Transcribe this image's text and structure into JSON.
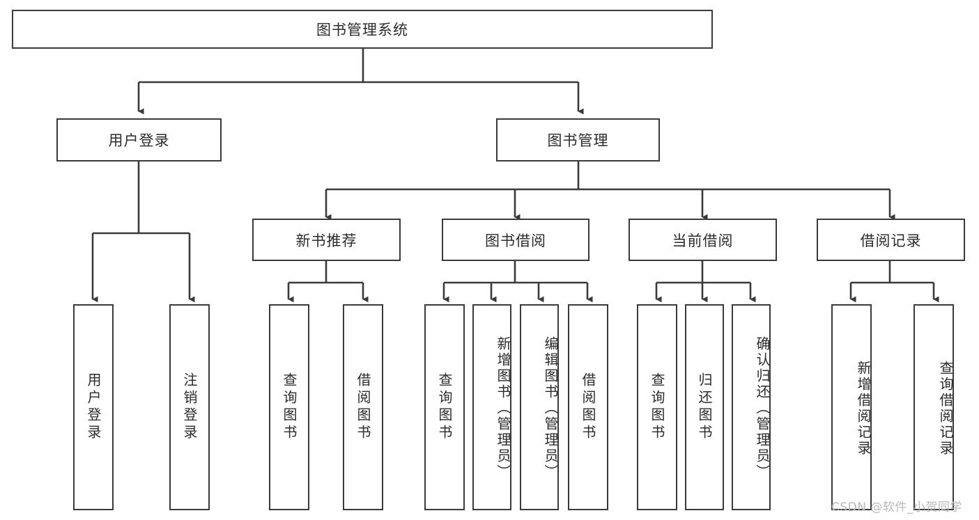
{
  "diagram": {
    "type": "tree-hierarchy",
    "title": "图书管理系统",
    "levels": {
      "root": {
        "label": "图书管理系统"
      },
      "level2": [
        {
          "label": "用户登录"
        },
        {
          "label": "图书管理"
        }
      ],
      "level3": [
        {
          "label": "新书推荐"
        },
        {
          "label": "图书借阅"
        },
        {
          "label": "当前借阅"
        },
        {
          "label": "借阅记录"
        }
      ],
      "leaves": [
        {
          "label": "用户登录",
          "parent": "用户登录"
        },
        {
          "label": "注销登录",
          "parent": "用户登录"
        },
        {
          "label": "查询图书",
          "parent": "新书推荐"
        },
        {
          "label": "借阅图书",
          "parent": "新书推荐"
        },
        {
          "label": "查询图书",
          "parent": "图书借阅"
        },
        {
          "label": "新增图书（管理员）",
          "parent": "图书借阅"
        },
        {
          "label": "编辑图书（管理员）",
          "parent": "图书借阅"
        },
        {
          "label": "借阅图书",
          "parent": "图书借阅"
        },
        {
          "label": "查询图书",
          "parent": "当前借阅"
        },
        {
          "label": "归还图书",
          "parent": "当前借阅"
        },
        {
          "label": "确认归还（管理员）",
          "parent": "当前借阅"
        },
        {
          "label": "新增借阅记录",
          "parent": "借阅记录"
        },
        {
          "label": "查询借阅记录",
          "parent": "借阅记录"
        }
      ]
    },
    "colors": {
      "stroke": "#3a3a3a",
      "background": "#ffffff",
      "text": "#2b2b2b",
      "watermark": "#b9b9b9"
    }
  },
  "watermark": {
    "text": "CSDN @软件_小贺同学"
  }
}
